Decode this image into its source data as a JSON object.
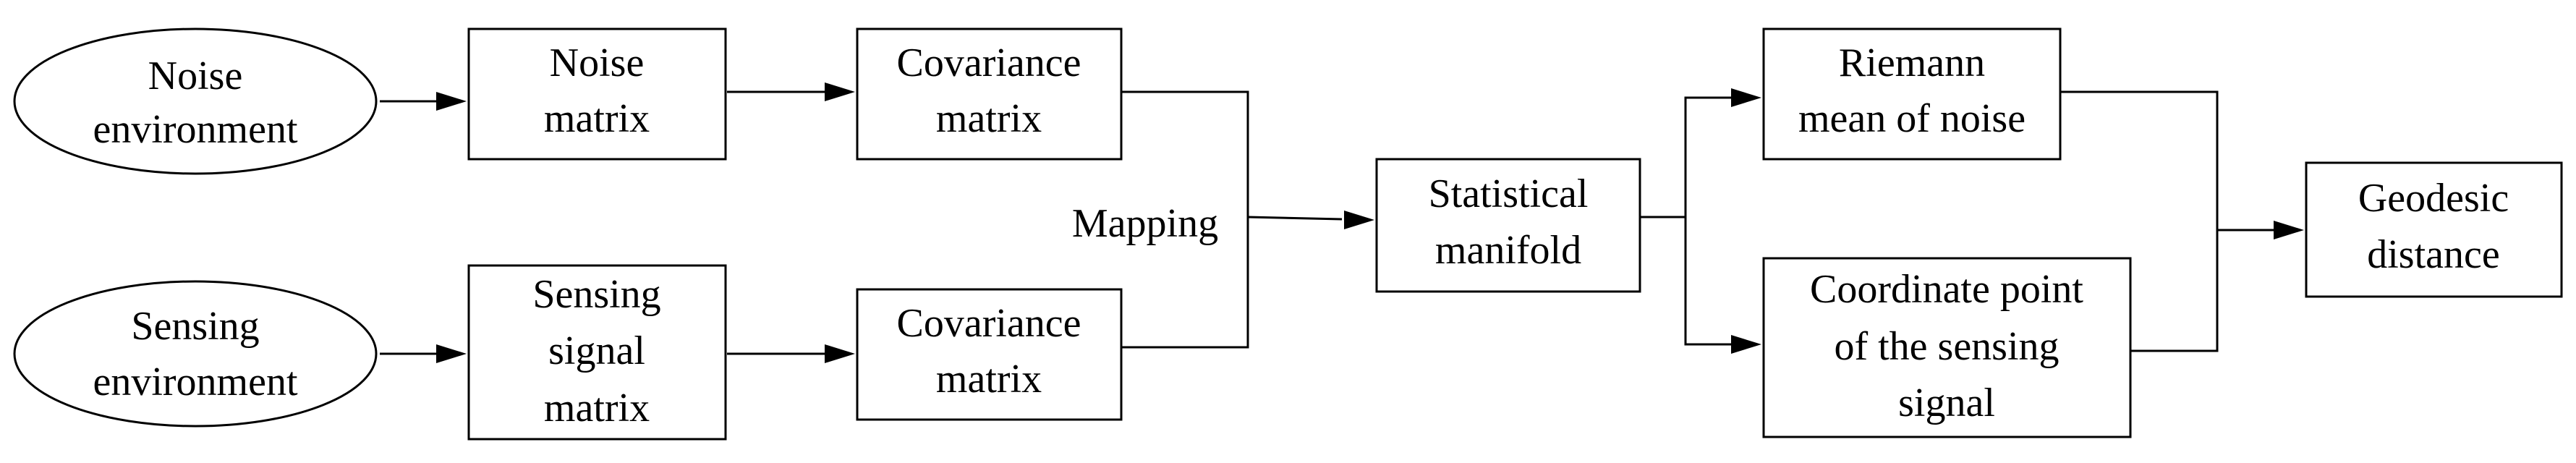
{
  "nodes": {
    "noise_environment": {
      "lines": [
        "Noise",
        "environment"
      ]
    },
    "sensing_environment": {
      "lines": [
        "Sensing",
        "environment"
      ]
    },
    "noise_matrix": {
      "lines": [
        "Noise",
        "matrix"
      ]
    },
    "sensing_signal_matrix": {
      "lines": [
        "Sensing",
        "signal",
        "matrix"
      ]
    },
    "covariance_matrix_top": {
      "lines": [
        "Covariance",
        "matrix"
      ]
    },
    "covariance_matrix_bottom": {
      "lines": [
        "Covariance",
        "matrix"
      ]
    },
    "statistical_manifold": {
      "lines": [
        "Statistical",
        "manifold"
      ]
    },
    "riemann_mean": {
      "lines": [
        "Riemann",
        "mean of noise"
      ]
    },
    "coordinate_point": {
      "lines": [
        "Coordinate point",
        "of the sensing",
        "signal"
      ]
    },
    "geodesic_distance": {
      "lines": [
        "Geodesic",
        "distance"
      ]
    }
  },
  "labels": {
    "mapping": "Mapping"
  }
}
